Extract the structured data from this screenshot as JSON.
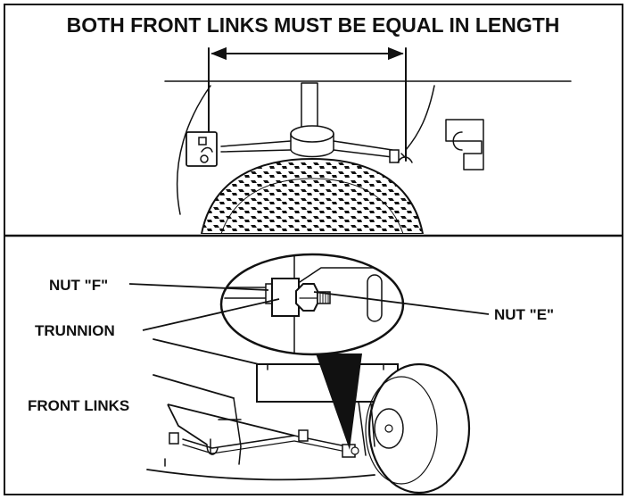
{
  "title": "BOTH FRONT LINKS MUST BE EQUAL IN LENGTH",
  "callouts": {
    "nut_f": "NUT  \"F\"",
    "nut_e": "NUT  \"E\"",
    "trunnion": "TRUNNION",
    "front_links": "FRONT  LINKS"
  },
  "colors": {
    "ink": "#111111",
    "paper": "#ffffff"
  }
}
